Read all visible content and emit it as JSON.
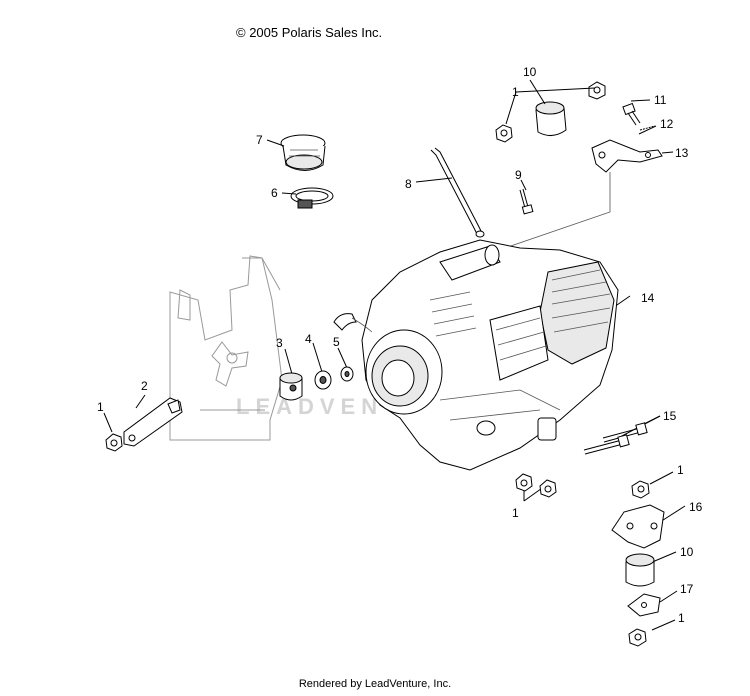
{
  "header": {
    "copyright": "© 2005 Polaris Sales Inc."
  },
  "footer": {
    "rendered_by": "Rendered by LeadVenture, Inc."
  },
  "watermark": {
    "text": "LEADVEN"
  },
  "callouts": {
    "c1_top": "1",
    "c10_top": "10",
    "c11": "11",
    "c12": "12",
    "c13": "13",
    "c7": "7",
    "c6": "6",
    "c8": "8",
    "c9": "9",
    "c14": "14",
    "c3": "3",
    "c4": "4",
    "c5": "5",
    "c2": "2",
    "c1_left": "1",
    "c15": "15",
    "c1_right": "1",
    "c16": "16",
    "c10_bottom": "10",
    "c17": "17",
    "c1_bottom": "1",
    "c1_mid": "1"
  }
}
